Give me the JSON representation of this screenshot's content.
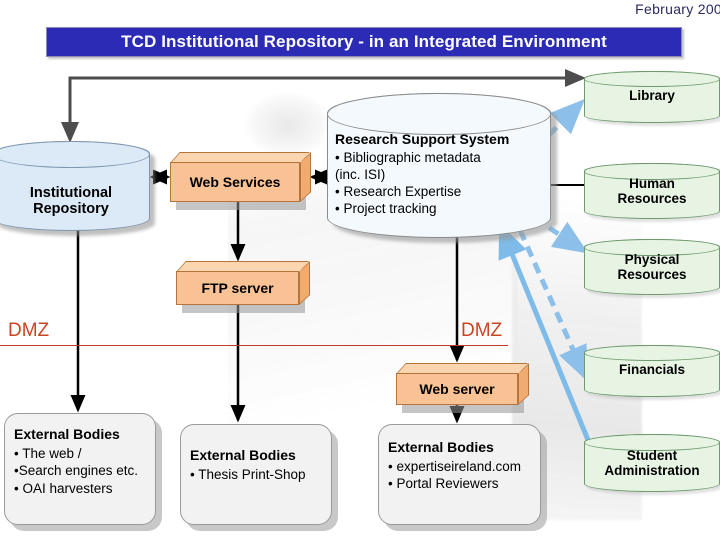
{
  "slide": {
    "date": "February 200",
    "title": "TCD Institutional Repository - in an Integrated Environment",
    "banner_color": "#2b2bb5",
    "banner_text_color": "#ffffff"
  },
  "zones": {
    "dmz_left_label": "DMZ",
    "dmz_right_label": "DMZ",
    "dmz_color": "#cc4422"
  },
  "nodes": {
    "institutional_repository": {
      "label_line1": "Institutional",
      "label_line2": "Repository",
      "shape": "cylinder",
      "color": "#dceaf8"
    },
    "research_support_system": {
      "title": "Research Support System",
      "items": [
        "• Bibliographic metadata",
        " (inc. ISI)",
        "• Research Expertise",
        "• Project tracking"
      ],
      "shape": "cylinder",
      "color": "#f3f9fd"
    },
    "web_services": {
      "label": "Web Services",
      "shape": "box3d",
      "color": "#f9c294"
    },
    "ftp_server": {
      "label": "FTP server",
      "shape": "box3d",
      "color": "#f9c294"
    },
    "web_server": {
      "label": "Web server",
      "shape": "box3d",
      "color": "#f9c294"
    }
  },
  "enterprise_systems": {
    "color": "#e7f4e4",
    "items": [
      {
        "name": "library",
        "label_line1": "Library",
        "label_line2": ""
      },
      {
        "name": "human-resources",
        "label_line1": "Human",
        "label_line2": "Resources"
      },
      {
        "name": "physical-resources",
        "label_line1": "Physical",
        "label_line2": "Resources"
      },
      {
        "name": "financials",
        "label_line1": "Financials",
        "label_line2": ""
      },
      {
        "name": "student-administration",
        "label_line1": "Student",
        "label_line2": "Administration"
      }
    ]
  },
  "external_bodies": [
    {
      "name": "external-bodies-web",
      "title": "External Bodies",
      "items": [
        "• The web /",
        "•Search engines etc.",
        "• OAI harvesters"
      ]
    },
    {
      "name": "external-bodies-print",
      "title": "External Bodies",
      "items": [
        "• Thesis Print-Shop"
      ]
    },
    {
      "name": "external-bodies-portal",
      "title": "External Bodies",
      "items": [
        "• expertiseireland.com",
        "• Portal Reviewers"
      ]
    }
  ],
  "connectors": {
    "dark_gray": "#4d4d4d",
    "black": "#000000",
    "blue_dashed": "#8cc0ea",
    "blue_solid": "#7ebbe8"
  }
}
